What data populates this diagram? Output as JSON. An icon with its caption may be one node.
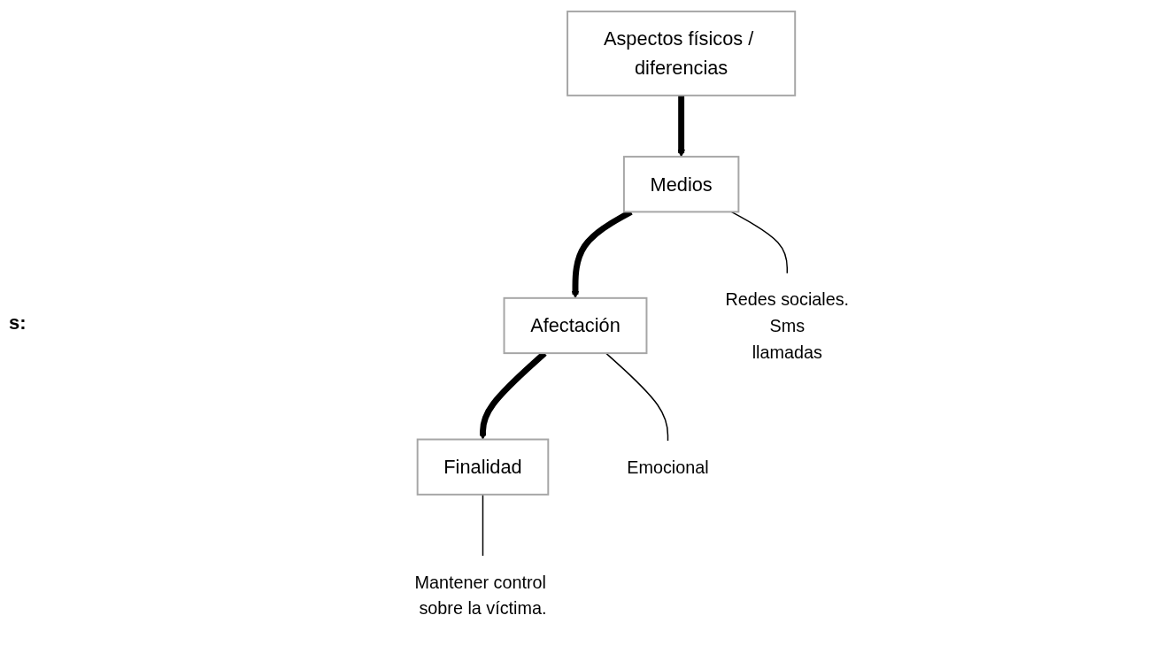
{
  "diagram": {
    "nodes": [
      {
        "text": [
          "Aspectos físicos / diferencias"
        ]
      },
      {
        "text": [
          "Medios"
        ]
      },
      {
        "text": [
          "Afectación"
        ]
      },
      {
        "text": [
          "Finalidad"
        ]
      },
      {
        "text": [
          "Redes sociales.",
          "Sms",
          "llamadas"
        ]
      },
      {
        "text": [
          "Emocional"
        ]
      },
      {
        "text": [
          "Mantener control sobre la víctima."
        ]
      }
    ],
    "edges": [
      {
        "from": 0,
        "to": 1,
        "arrow": "to",
        "style": "thick"
      },
      {
        "from": 1,
        "to": 2,
        "arrow": "to",
        "style": "thick"
      },
      {
        "from": 2,
        "to": 3,
        "arrow": "to",
        "style": "thick"
      },
      {
        "from": 1,
        "to": 4,
        "arrow": "none"
      },
      {
        "from": 2,
        "to": 5,
        "arrow": "none"
      },
      {
        "from": 3,
        "to": 6,
        "arrow": "none"
      }
    ],
    "labels": [
      "s:"
    ]
  }
}
